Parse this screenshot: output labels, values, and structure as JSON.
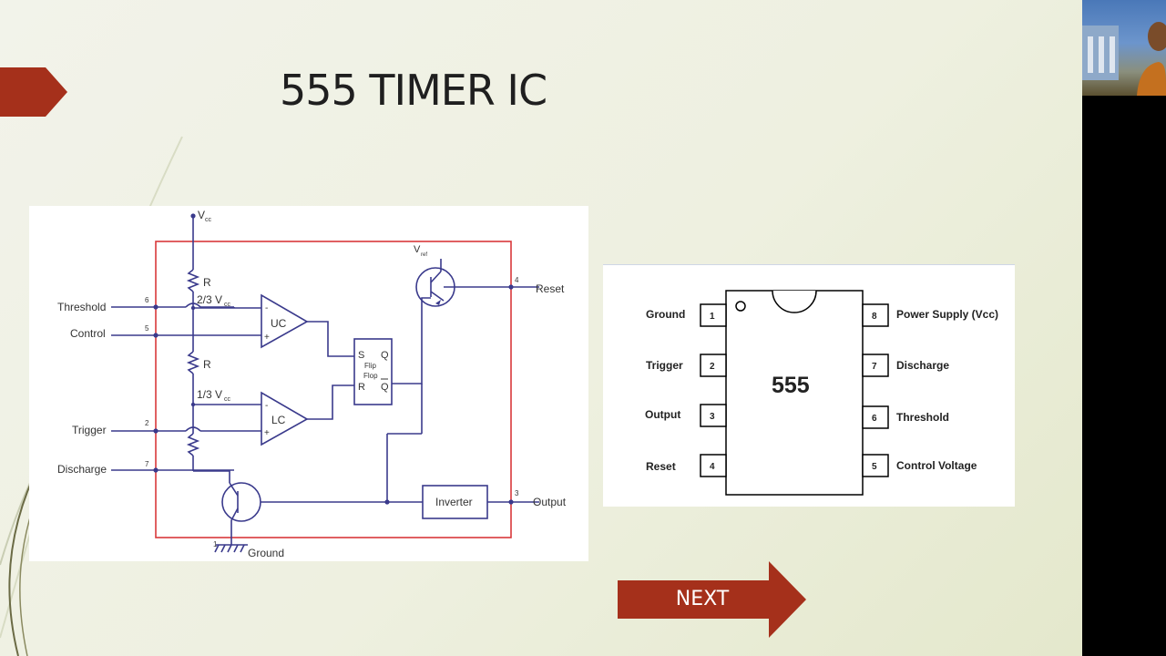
{
  "slide": {
    "title": "555 TIMER IC",
    "next_label": "NEXT"
  },
  "circuit": {
    "vcc": "V",
    "vcc_sub": "cc",
    "vref": "V",
    "vref_sub": "ref",
    "resistor_label": "R",
    "upper_ref": "2/3 V",
    "lower_ref": "1/3 V",
    "ref_sub": "cc",
    "upper_comparator": "UC",
    "lower_comparator": "LC",
    "flipflop": {
      "s": "S",
      "q": "Q",
      "r": "R",
      "qbar": "Q",
      "line1": "Flip",
      "line2": "Flop"
    },
    "inverter": "Inverter",
    "inputs": [
      {
        "label": "Threshold",
        "pin": "6"
      },
      {
        "label": "Control",
        "pin": "5"
      },
      {
        "label": "Trigger",
        "pin": "2"
      },
      {
        "label": "Discharge",
        "pin": "7"
      }
    ],
    "reset": {
      "label": "Reset",
      "pin": "4"
    },
    "output": {
      "label": "Output",
      "pin": "3"
    },
    "ground": {
      "label": "Ground",
      "pin": "1"
    }
  },
  "pinout": {
    "chip_label": "555",
    "left_pins": [
      {
        "num": "1",
        "name": "Ground"
      },
      {
        "num": "2",
        "name": "Trigger"
      },
      {
        "num": "3",
        "name": "Output"
      },
      {
        "num": "4",
        "name": "Reset"
      }
    ],
    "right_pins": [
      {
        "num": "8",
        "name": "Power Supply (Vcc)"
      },
      {
        "num": "7",
        "name": "Discharge"
      },
      {
        "num": "6",
        "name": "Threshold"
      },
      {
        "num": "5",
        "name": "Control Voltage"
      }
    ]
  },
  "colors": {
    "accent": "#a5301b",
    "wire": "#3a3a8c",
    "boundary": "#d9393b"
  }
}
